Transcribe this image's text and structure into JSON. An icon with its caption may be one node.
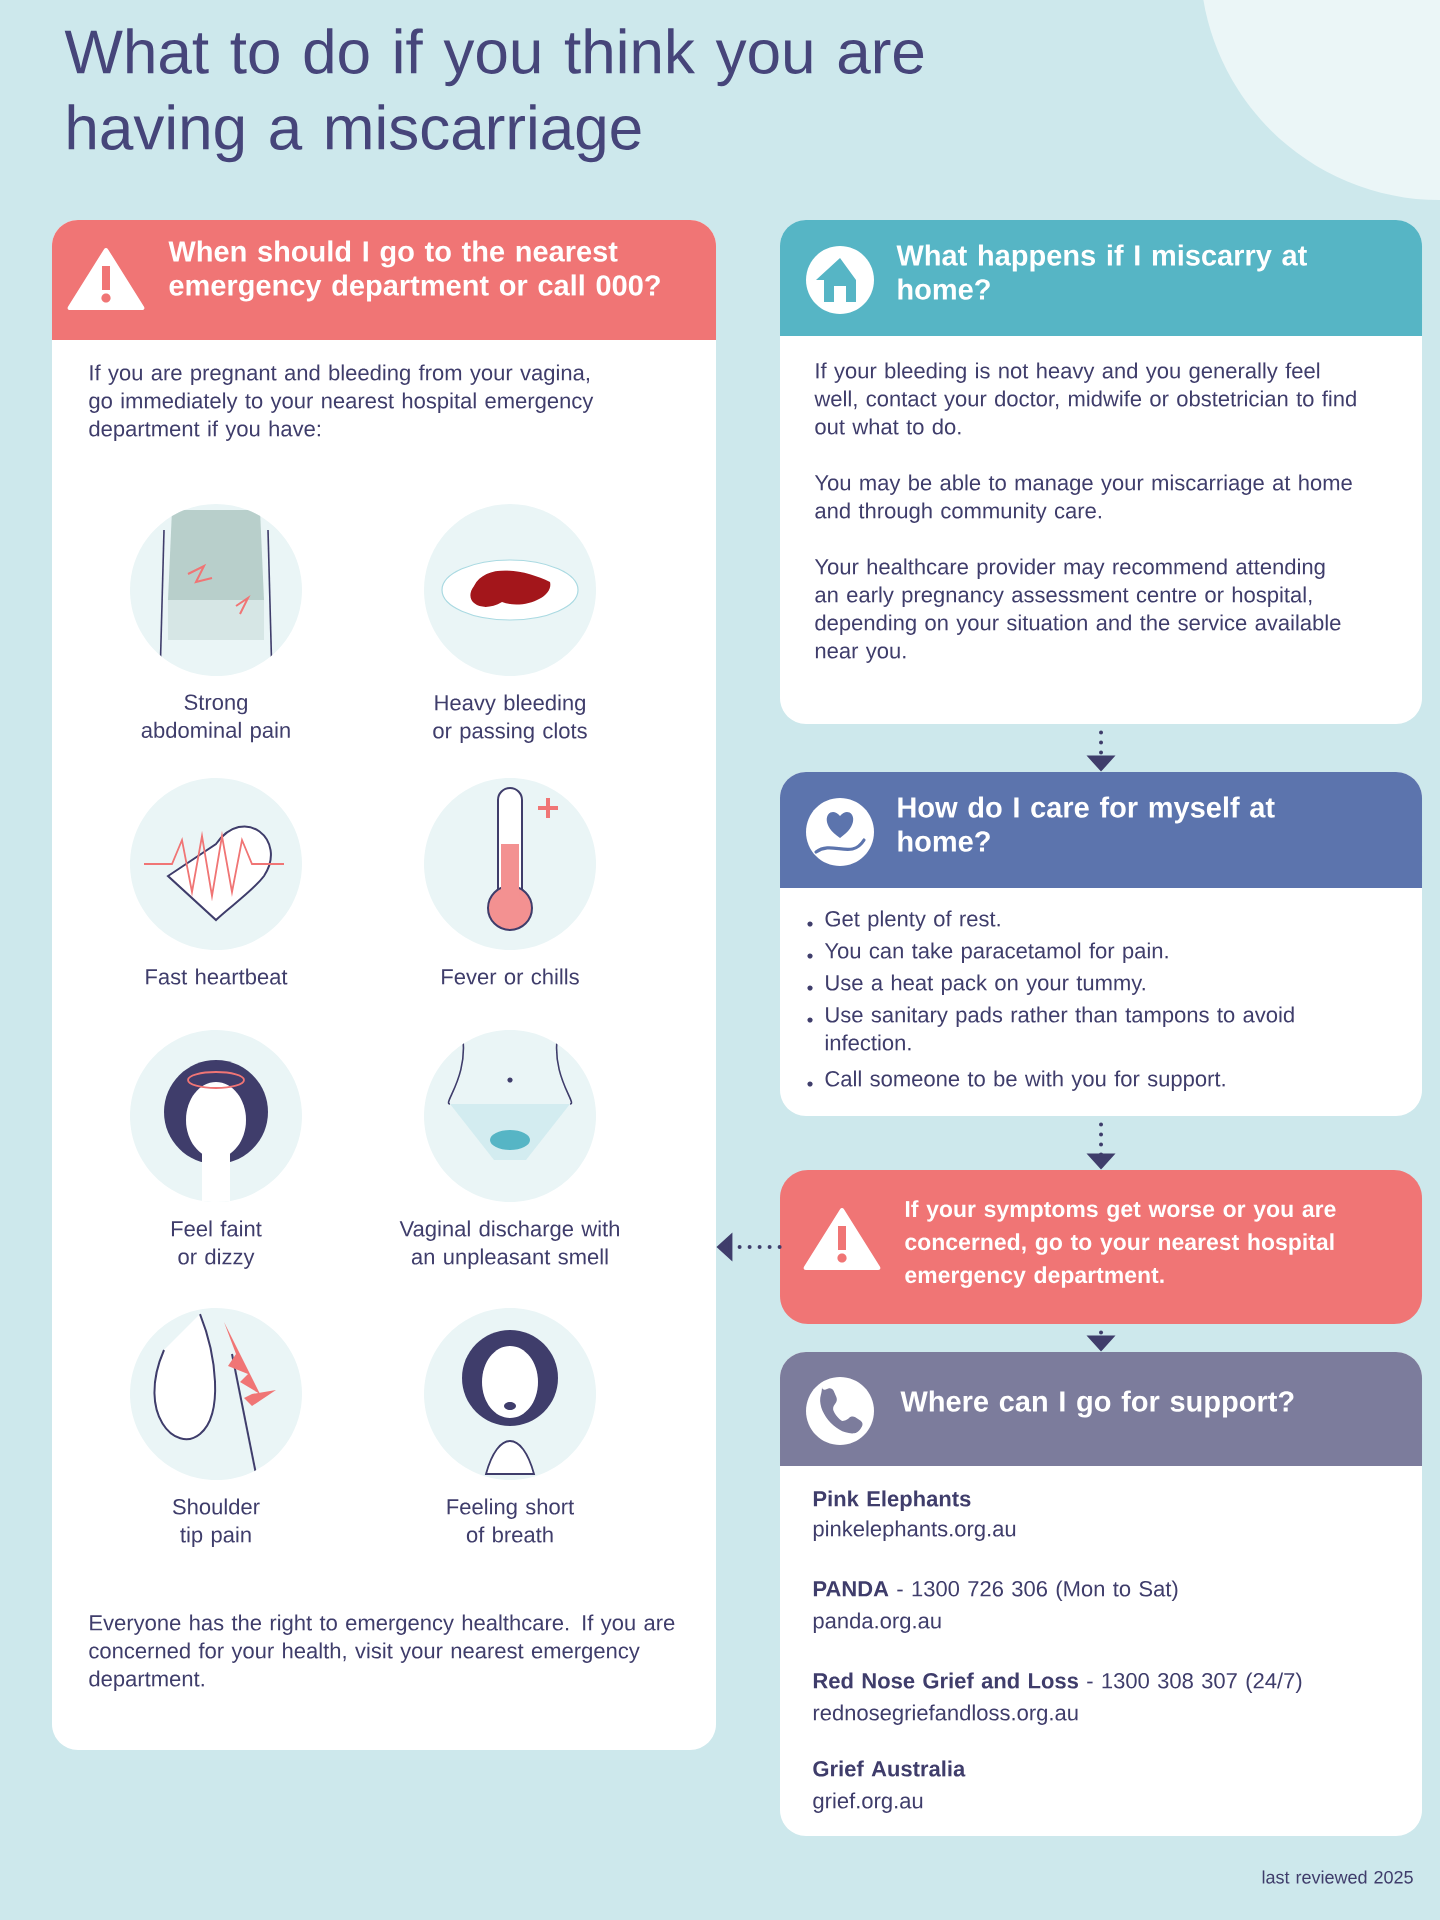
{
  "diagram": {
    "title": "What to do if you think you are having a miscarriage",
    "nodes": [
      {
        "text": [
          "When should I go to the nearest emergency department or call 000?",
          "If you are pregnant and bleeding from your vagina, go immediately to your nearest hospital emergency department if you have:",
          "Everyone has the right to emergency healthcare. If you are concerned for your health, visit your nearest emergency department."
        ]
      },
      {
        "text": [
          "Strong abdominal pain"
        ],
        "in": 0
      },
      {
        "text": [
          "Heavy bleeding or passing clots"
        ],
        "in": 0
      },
      {
        "text": [
          "Fast heartbeat"
        ],
        "in": 0
      },
      {
        "text": [
          "Fever or chills"
        ],
        "in": 0
      },
      {
        "text": [
          "Feel faint or dizzy"
        ],
        "in": 0
      },
      {
        "text": [
          "Vaginal discharge with an unpleasant smell"
        ],
        "in": 0
      },
      {
        "text": [
          "Shoulder tip pain"
        ],
        "in": 0
      },
      {
        "text": [
          "Feeling short of breath"
        ],
        "in": 0
      },
      {
        "text": [
          "What happens if I miscarry at home?",
          "If your bleeding is not heavy and you generally feel well, contact your doctor, midwife or obstetrician to find out what to do.",
          "You may be able to manage your miscarriage at home and through community care.",
          "Your healthcare provider may recommend attending an early pregnancy assessment centre or hospital, depending on your situation and the service available near you."
        ]
      },
      {
        "text": [
          "How do I care for myself at home?",
          "Get plenty of rest.",
          "You can take paracetamol for pain.",
          "Use a heat pack on your tummy.",
          "Use sanitary pads rather than tampons to avoid infection.",
          "Call someone to be with you for support."
        ]
      },
      {
        "text": [
          "If your symptoms get worse or you are concerned, go to your nearest hospital emergency department."
        ]
      },
      {
        "text": [
          "Where can I go for support?",
          "Pink Elephants",
          "pinkelephants.org.au",
          "**PANDA** - 1300 726 306 (Mon to Sat)",
          "panda.org.au",
          "**Red Nose Grief and Loss** - 1300 308 307 (24/7)",
          "rednosegriefandloss.org.au",
          "Grief Australia",
          "grief.org.au"
        ]
      }
    ],
    "edges": [
      {
        "from": 9,
        "to": 10,
        "arrow": "to"
      },
      {
        "from": 10,
        "to": 11,
        "arrow": "to"
      },
      {
        "from": 11,
        "to": 12,
        "arrow": "to"
      },
      {
        "from": 11,
        "to": 0,
        "arrow": "to"
      }
    ],
    "labels": [
      "last reviewed 2025"
    ]
  }
}
